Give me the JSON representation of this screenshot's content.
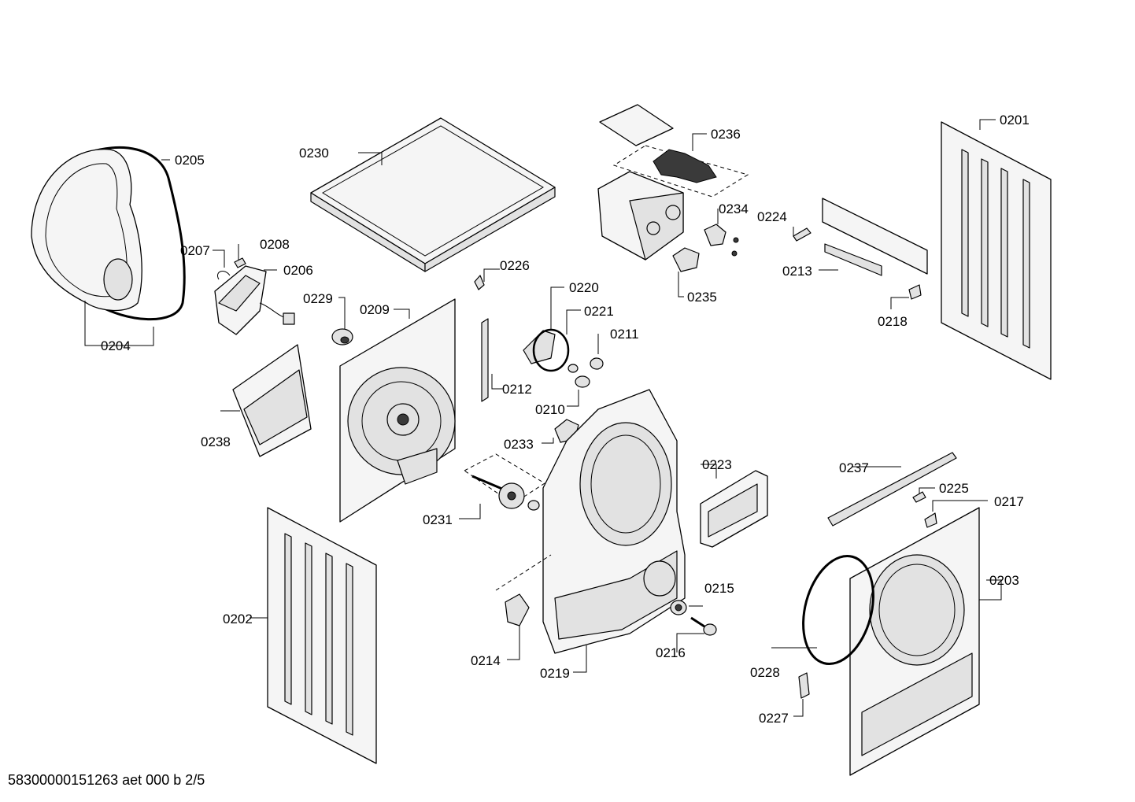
{
  "footer_text": "58300000151263 aet 000 b 2/5",
  "labels": {
    "p0201": "0201",
    "p0202": "0202",
    "p0203": "0203",
    "p0204": "0204",
    "p0205": "0205",
    "p0206": "0206",
    "p0207": "0207",
    "p0208": "0208",
    "p0209": "0209",
    "p0210": "0210",
    "p0211": "0211",
    "p0212": "0212",
    "p0213": "0213",
    "p0214": "0214",
    "p0215": "0215",
    "p0216": "0216",
    "p0217": "0217",
    "p0218": "0218",
    "p0219": "0219",
    "p0220": "0220",
    "p0221": "0221",
    "p0223": "0223",
    "p0224": "0224",
    "p0225": "0225",
    "p0226": "0226",
    "p0227": "0227",
    "p0228": "0228",
    "p0229": "0229",
    "p0230": "0230",
    "p0231": "0231",
    "p0233": "0233",
    "p0234": "0234",
    "p0235": "0235",
    "p0236": "0236",
    "p0237": "0237",
    "p0238": "0238"
  }
}
